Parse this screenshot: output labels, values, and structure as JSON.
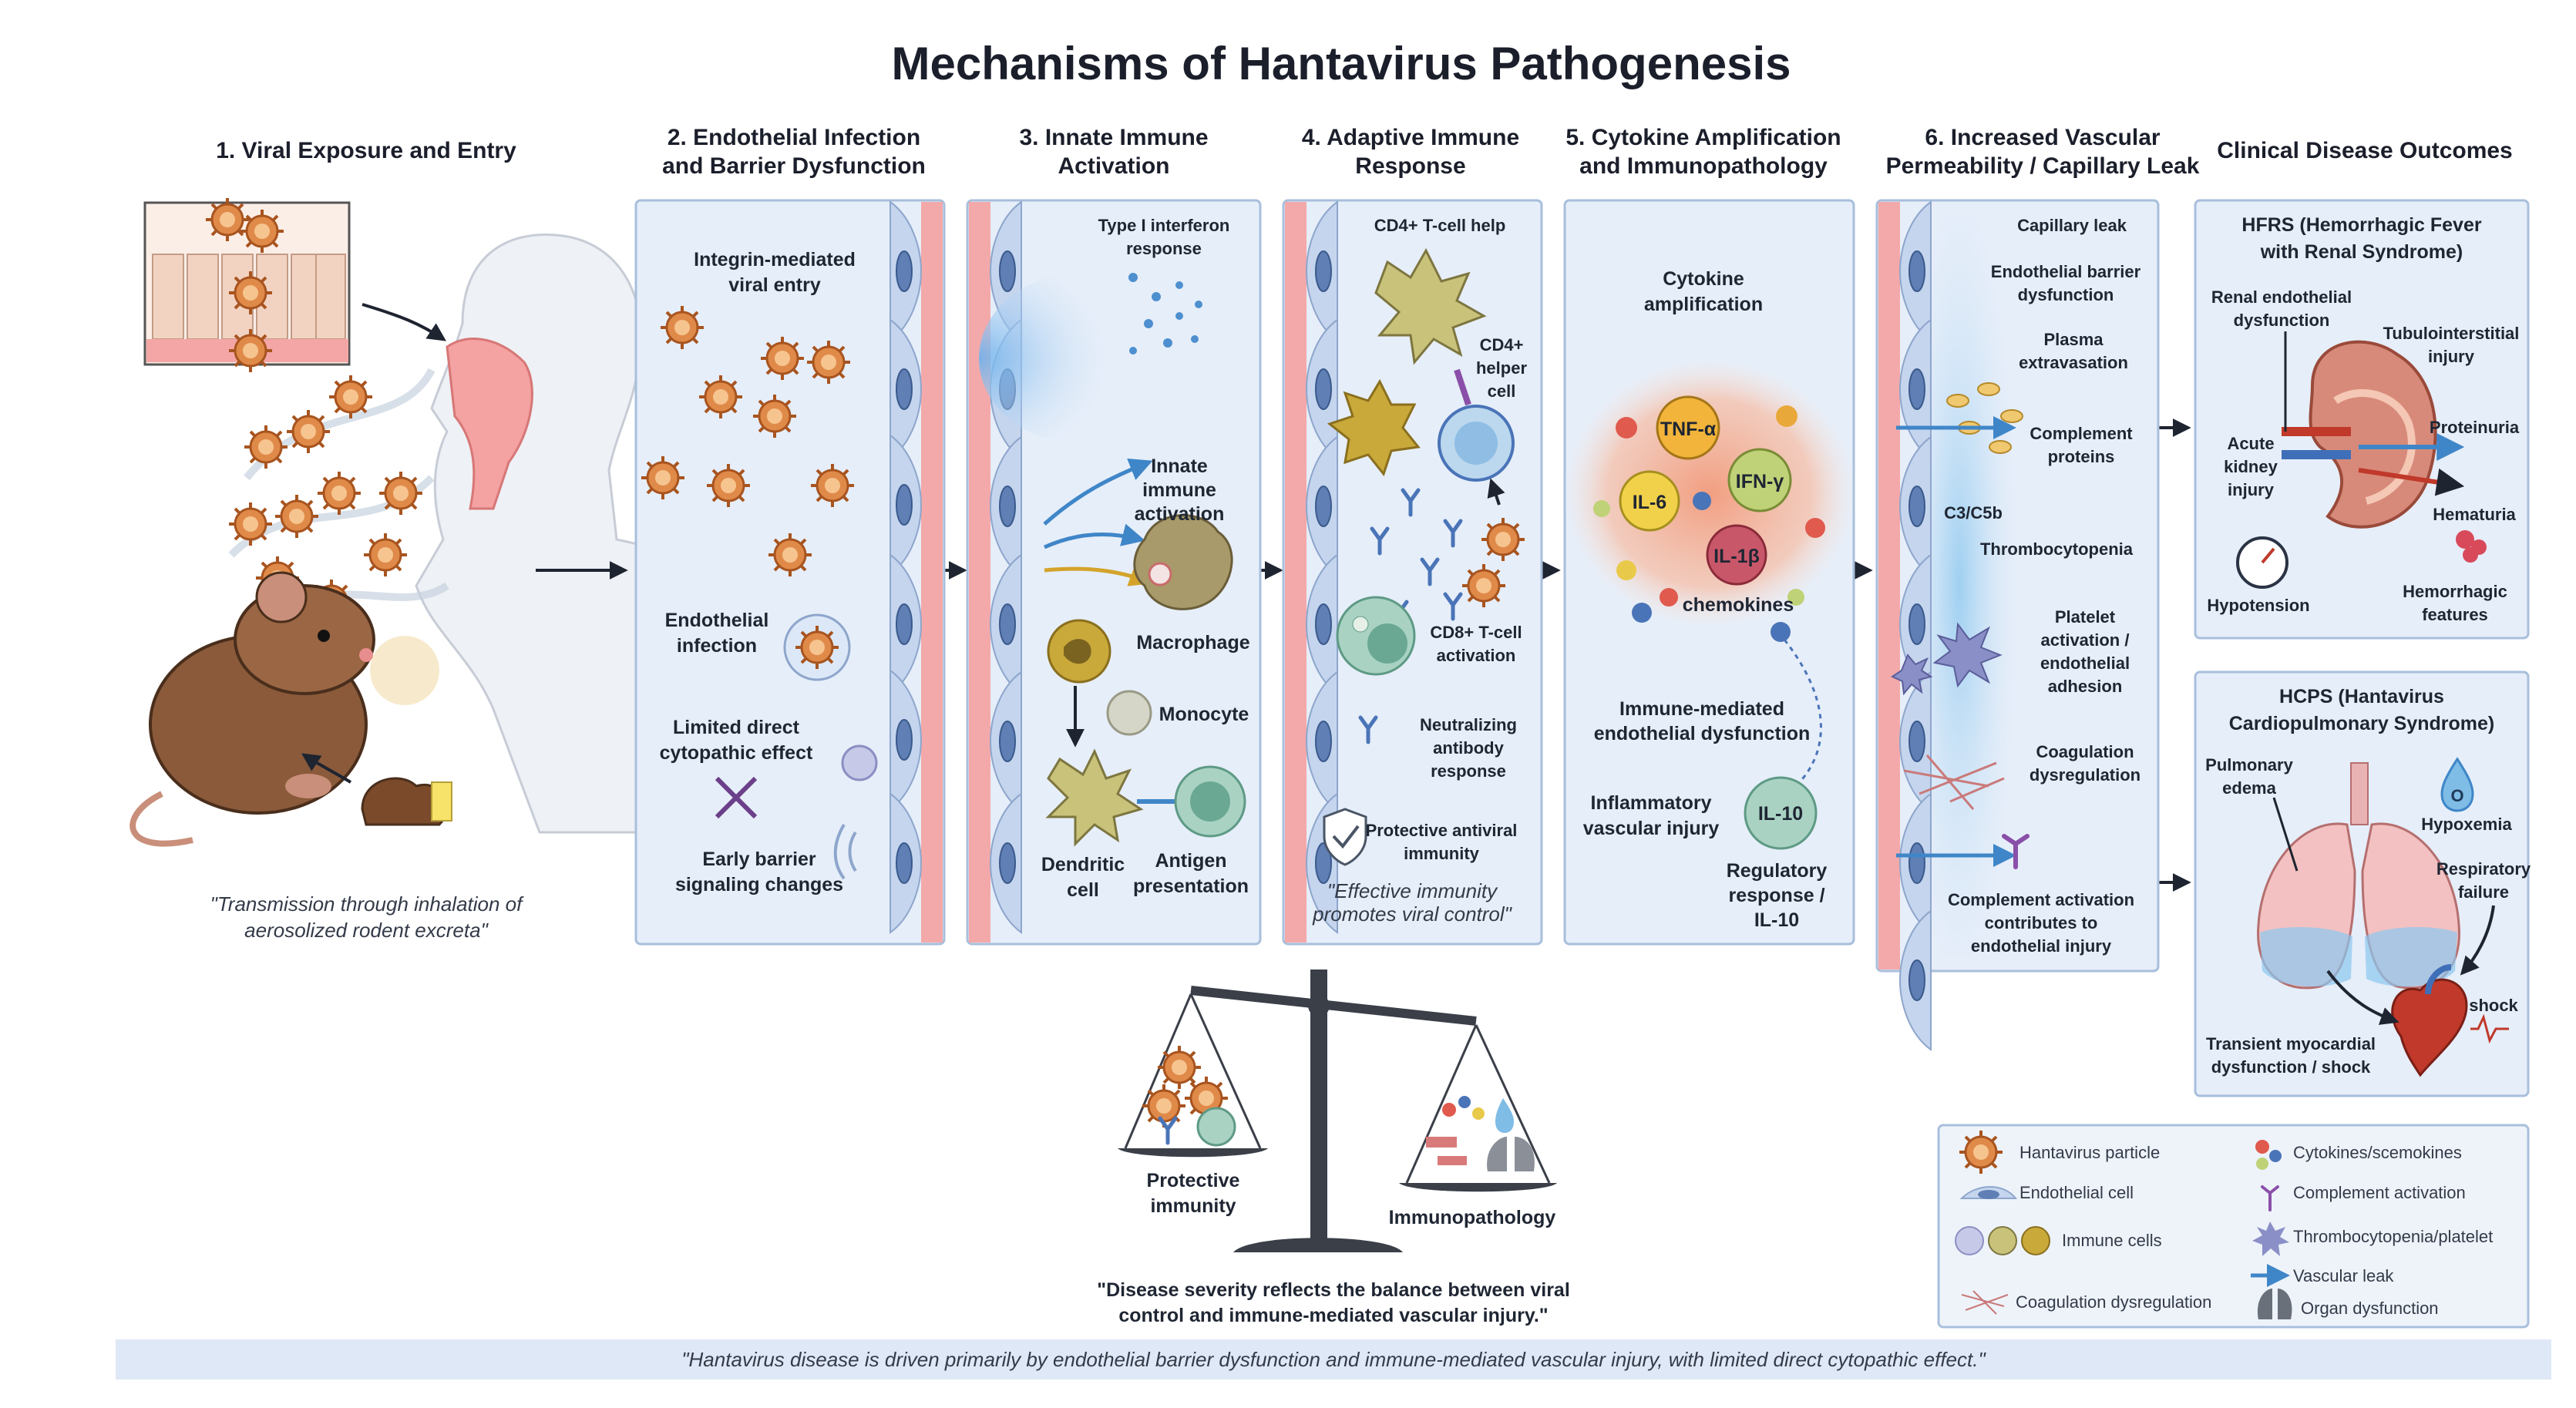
{
  "title": "Mechanisms of Hantavirus Pathogenesis",
  "headers": {
    "h1": "1. Viral Exposure and Entry",
    "h2a": "2. Endothelial Infection",
    "h2b": "and Barrier Dysfunction",
    "h3a": "3. Innate Immune",
    "h3b": "Activation",
    "h4a": "4. Adaptive Immune",
    "h4b": "Response",
    "h5a": "5. Cytokine Amplification",
    "h5b": "and Immunopathology",
    "h6a": "6. Increased Vascular",
    "h6b": "Permeability / Capillary Leak",
    "h7": "Clinical Disease Outcomes"
  },
  "p1": {
    "quote1": "\"Transmission through inhalation of",
    "quote2": "aerosolized rodent excreta\""
  },
  "p2": {
    "integrin1": "Integrin-mediated",
    "integrin2": "viral entry",
    "endo1": "Endothelial",
    "endo2": "infection",
    "limited1": "Limited direct",
    "limited2": "cytopathic effect",
    "early1": "Early barrier",
    "early2": "signaling changes"
  },
  "p3": {
    "ifn1": "Type I interferon",
    "ifn2": "response",
    "innate1": "Innate",
    "innate2": "immune",
    "innate3": "activation",
    "macrophage": "Macrophage",
    "monocyte": "Monocyte",
    "dendritic1": "Dendritic",
    "dendritic2": "cell",
    "antigen1": "Antigen",
    "antigen2": "presentation"
  },
  "p4": {
    "cd4help": "CD4+ T-cell help",
    "cd4a": "CD4+",
    "cd4b": "helper",
    "cd4c": "cell",
    "cd8a": "CD8+ T-cell",
    "cd8b": "activation",
    "neut1": "Neutralizing",
    "neut2": "antibody",
    "neut3": "response",
    "prot1": "Protective antiviral",
    "prot2": "immunity",
    "quote1": "\"Effective immunity",
    "quote2": "promotes viral control\""
  },
  "p5": {
    "amp1": "Cytokine",
    "amp2": "amplification",
    "tnf": "TNF-α",
    "il6": "IL-6",
    "ifn": "IFN-γ",
    "il1": "IL-1β",
    "chemokines": "chemokines",
    "imm1": "Immune-mediated",
    "imm2": "endothelial dysfunction",
    "infl1": "Inflammatory",
    "infl2": "vascular injury",
    "il10": "IL-10",
    "reg1": "Regulatory",
    "reg2": "response /",
    "reg3": "IL-10"
  },
  "p6": {
    "capleak": "Capillary leak",
    "barrier1": "Endothelial barrier",
    "barrier2": "dysfunction",
    "plasma1": "Plasma",
    "plasma2": "extravasation",
    "comp1": "Complement",
    "comp2": "proteins",
    "c3": "C3/C5b",
    "thrombo": "Thrombocytopenia",
    "plate1": "Platelet",
    "plate2": "activation /",
    "plate3": "endothelial",
    "plate4": "adhesion",
    "coag1": "Coagulation",
    "coag2": "dysregulation",
    "compact1": "Complement activation",
    "compact2": "contributes to",
    "compact3": "endothelial injury"
  },
  "hfrs": {
    "title1": "HFRS (Hemorrhagic Fever",
    "title2": "with Renal Syndrome)",
    "renal1": "Renal endothelial",
    "renal2": "dysfunction",
    "tubulo1": "Tubulointerstitial",
    "tubulo2": "injury",
    "aki1": "Acute",
    "aki2": "kidney",
    "aki3": "injury",
    "proteinuria": "Proteinuria",
    "hematuria": "Hematuria",
    "hypotension": "Hypotension",
    "hemo1": "Hemorrhagic",
    "hemo2": "features"
  },
  "hcps": {
    "title1": "HCPS (Hantavirus",
    "title2": "Cardiopulmonary Syndrome)",
    "pulm1": "Pulmonary",
    "pulm2": "edema",
    "o2": "O",
    "hypox": "Hypoxemia",
    "resp1": "Respiratory",
    "resp2": "failure",
    "shock": "shock",
    "trans1": "Transient myocardial",
    "trans2": "dysfunction / shock"
  },
  "balance": {
    "protective1": "Protective",
    "protective2": "immunity",
    "immunopath": "Immunopathology",
    "quote1": "\"Disease severity reflects the balance between viral",
    "quote2": "control and immune-mediated vascular injury.\""
  },
  "legend": {
    "hanta": "Hantavirus particle",
    "endothelial": "Endothelial cell",
    "immune": "Immune cells",
    "coag": "Coagulation dysregulation",
    "cyto": "Cytokines/scemokines",
    "complement": "Complement activation",
    "thrombo": "Thrombocytopenia/platelet",
    "leak": "Vascular leak",
    "organ": "Organ dysfunction"
  },
  "footer": "\"Hantavirus disease is driven primarily by endothelial barrier dysfunction and immune-mediated vascular injury, with limited direct cytopathic effect.\"",
  "colors": {
    "panel_fill": "#e6eef9",
    "panel_border": "#a8bfdc",
    "virus": "#e08a4a",
    "footer_band": "#dfe8f6",
    "vessel": "#f3a9a9"
  }
}
